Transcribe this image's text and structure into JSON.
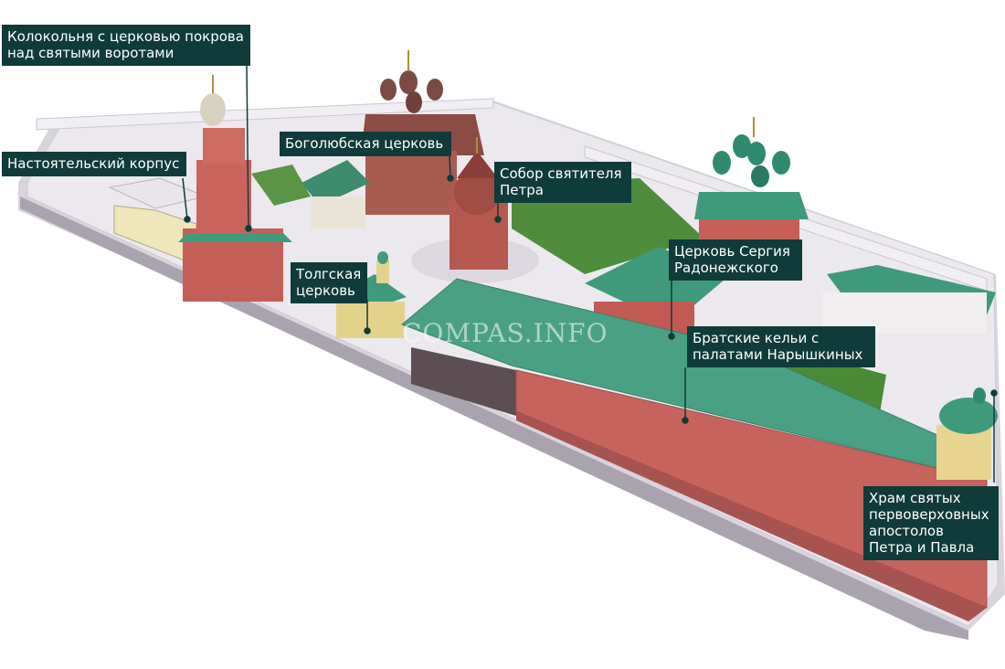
{
  "labels": [
    {
      "id": "belltower",
      "text": "Колокольня с церковью покрова\nнад святыми воротами"
    },
    {
      "id": "abbot",
      "text": "Настоятельский корпус"
    },
    {
      "id": "bogolyubskaya",
      "text": "Боголюбская церковь"
    },
    {
      "id": "sobor",
      "text": "Собор святителя\nПетра"
    },
    {
      "id": "tolgskaya",
      "text": "Толгская\nцерковь"
    },
    {
      "id": "sergius",
      "text": "Церковь Сергия\nРадонежского"
    },
    {
      "id": "brotherhood",
      "text": "Братские кельи с\nпалатами Нарышкиных"
    },
    {
      "id": "peterpaul",
      "text": "Храм святых\nпервоверховных\nапостолов\nПетра и Павла"
    }
  ],
  "watermark": "COMPAS.INFO",
  "colors": {
    "label_bg": "#0f3b3a",
    "roof_green": "#3f9a7c",
    "wall_red": "#c6625c",
    "ground": "#e8e6ea",
    "base": "#b8b3bd",
    "lawn": "#4a8a3a"
  }
}
